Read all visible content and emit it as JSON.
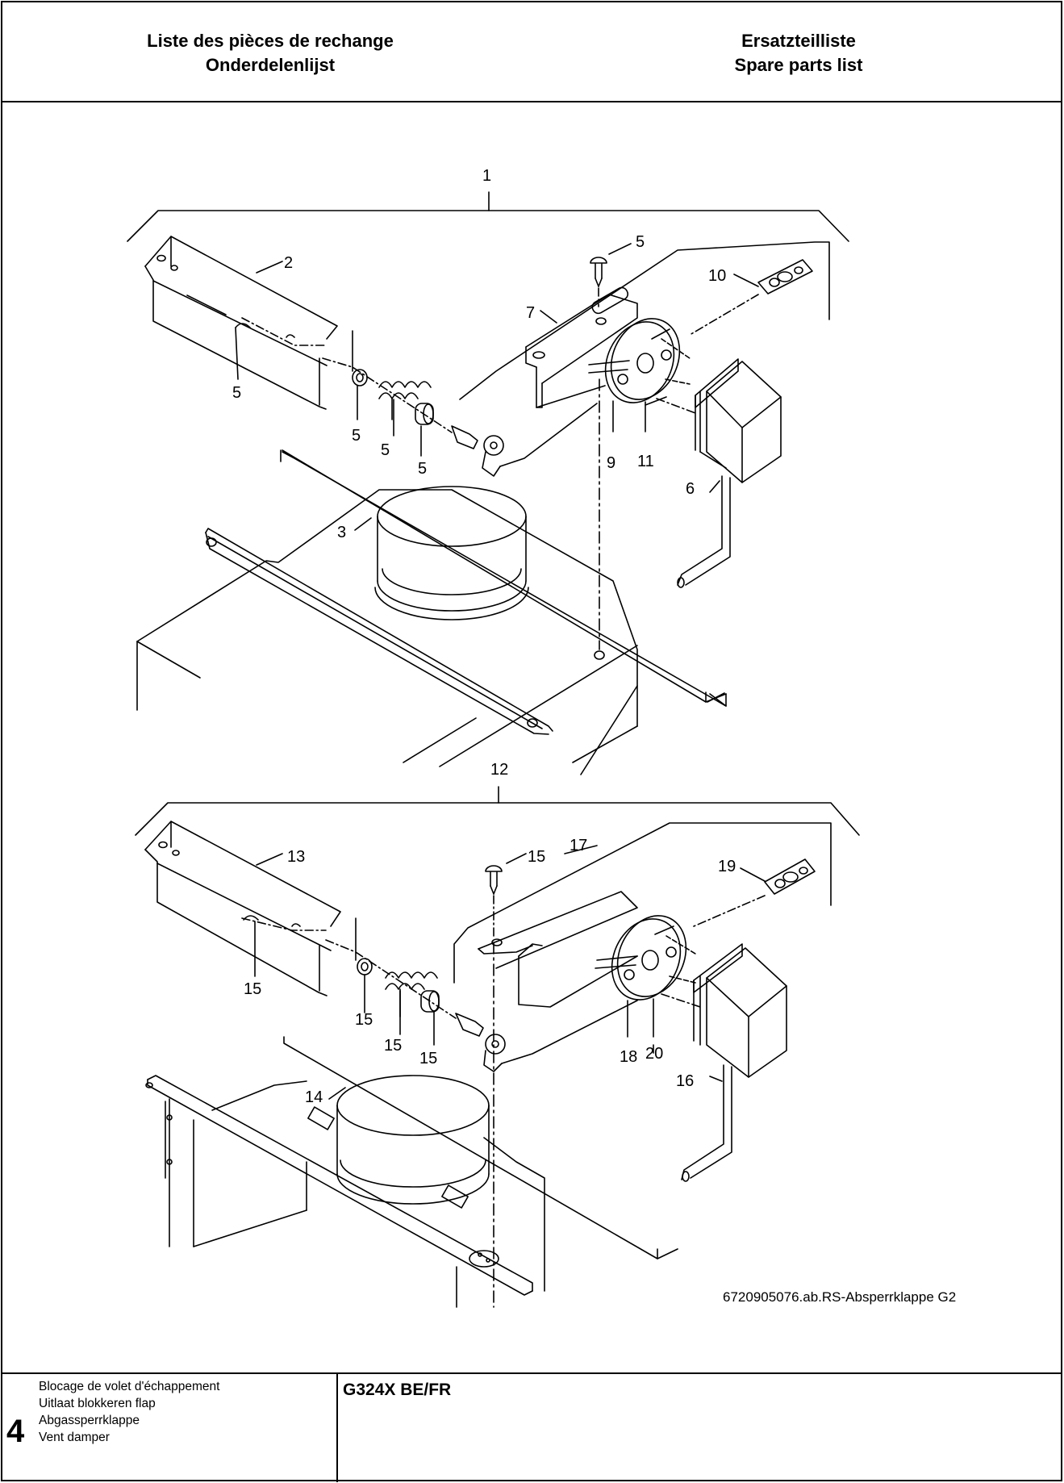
{
  "header": {
    "left_line1": "Liste des pièces de rechange",
    "left_line2": "Onderdelenlijst",
    "right_line1": "Ersatzteilliste",
    "right_line2": "Spare parts list"
  },
  "diagram": {
    "callouts_top": [
      "1",
      "2",
      "3",
      "5",
      "5",
      "5",
      "5",
      "5",
      "6",
      "7",
      "9",
      "10",
      "11"
    ],
    "callouts_bottom": [
      "12",
      "13",
      "14",
      "15",
      "15",
      "15",
      "15",
      "15",
      "16",
      "17",
      "18",
      "19",
      "20"
    ],
    "reference": "6720905076.ab.RS-Absperrklappe G2"
  },
  "footer": {
    "page_number": "4",
    "descriptions": [
      "Blocage de volet d'échappement",
      "Uitlaat blokkeren flap",
      "Abgassperrklappe",
      "Vent damper"
    ],
    "model": "G324X BE/FR"
  }
}
